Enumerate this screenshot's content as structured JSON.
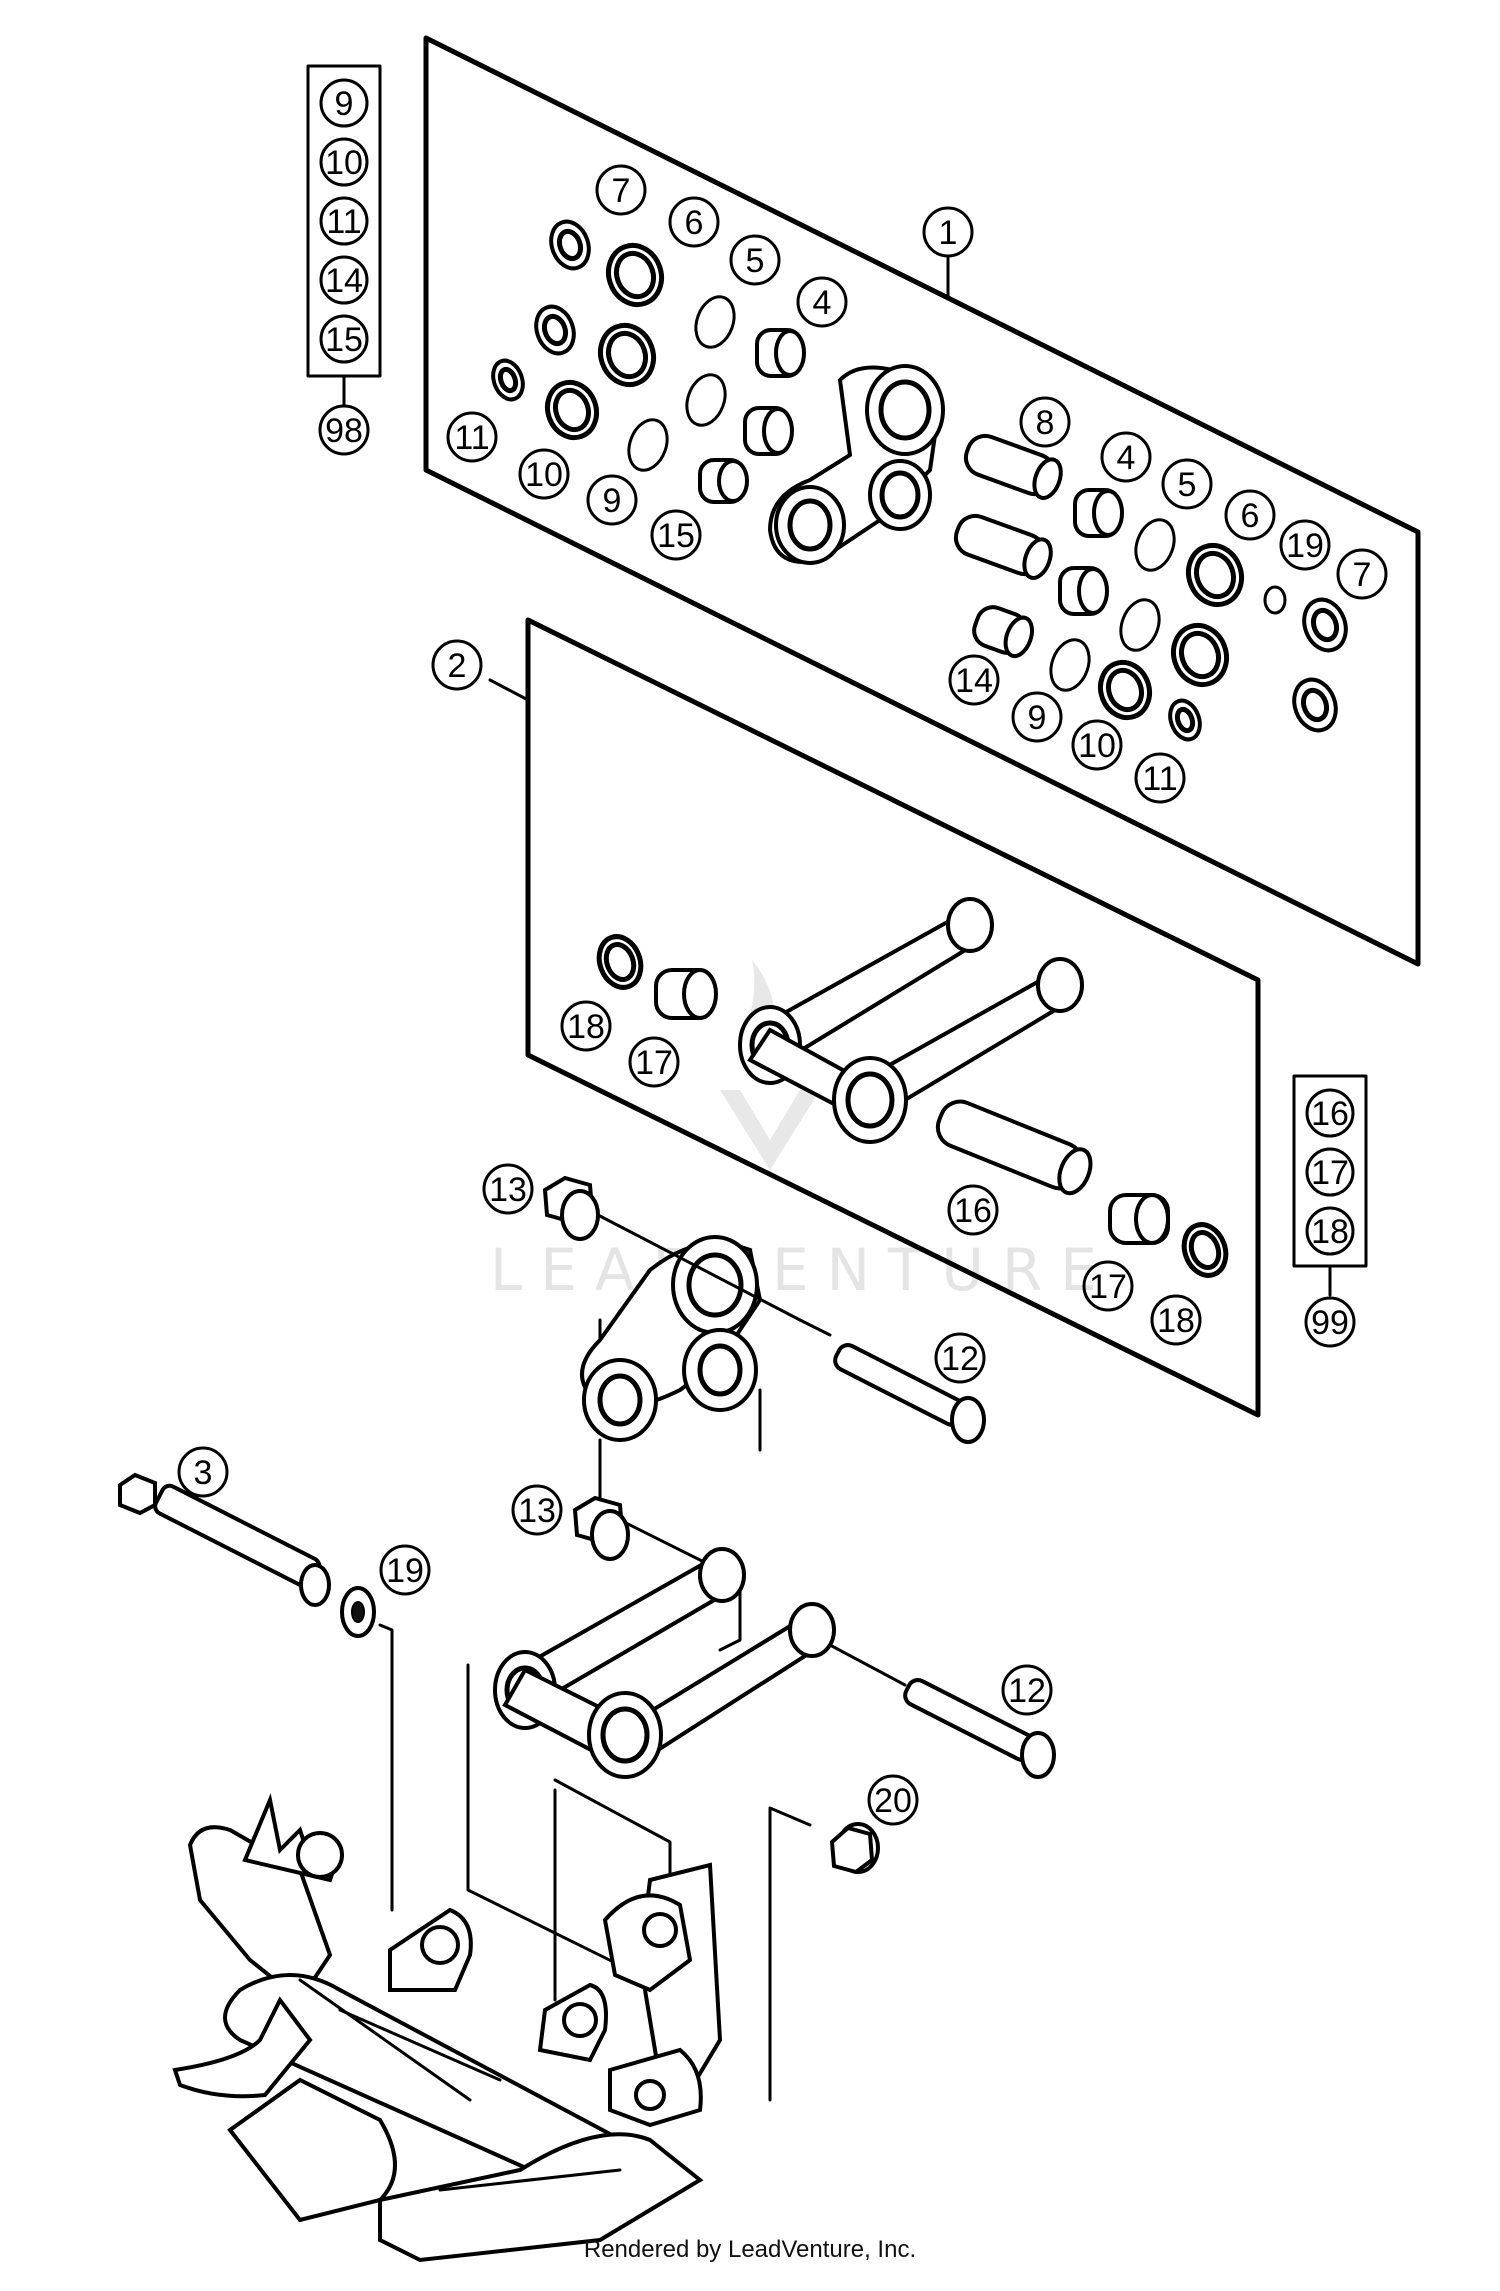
{
  "footer": {
    "credit": "Rendered by LeadVenture, Inc."
  },
  "watermark": {
    "text": "LEADVENTURE"
  },
  "kit_98": {
    "items": [
      "9",
      "10",
      "11",
      "14",
      "15"
    ],
    "kit": "98"
  },
  "kit_99": {
    "items": [
      "16",
      "17",
      "18"
    ],
    "kit": "99"
  },
  "callouts": {
    "c1": "1",
    "c2": "2",
    "c3": "3",
    "c4a": "4",
    "c4b": "4",
    "c5a": "5",
    "c5b": "5",
    "c6a": "6",
    "c6b": "6",
    "c7a": "7",
    "c7b": "7",
    "c8": "8",
    "c9a": "9",
    "c9b": "9",
    "c10a": "10",
    "c10b": "10",
    "c11a": "11",
    "c11b": "11",
    "c12a": "12",
    "c12b": "12",
    "c13a": "13",
    "c13b": "13",
    "c14": "14",
    "c15": "15",
    "c16a": "16",
    "c17a": "17",
    "c17b": "17",
    "c18a": "18",
    "c18b": "18",
    "c19a": "19",
    "c19b": "19",
    "c20": "20"
  }
}
